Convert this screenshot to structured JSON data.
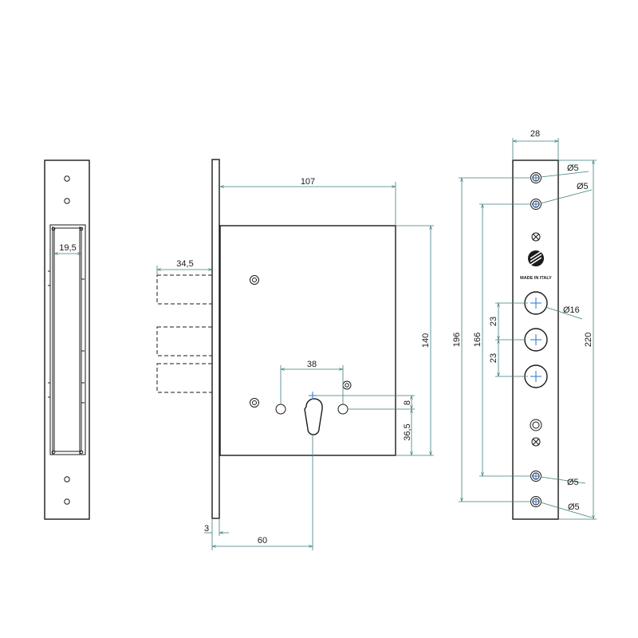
{
  "dimensions": {
    "strike_width": "19,5",
    "backset_top": "107",
    "bolt_throw": "34,5",
    "cylinder_holes": "38",
    "keyhole_offset": "8",
    "keyhole_to_bottom": "36,5",
    "case_height": "140",
    "faceplate_thickness": "3",
    "backset": "60",
    "faceplate_width": "28",
    "screw_hole_top_1": "Ø5",
    "screw_hole_top_2": "Ø5",
    "bolt_diameter": "Ø16",
    "bolt_pitch_upper": "23",
    "bolt_pitch_lower": "23",
    "outer_holes_spacing": "196",
    "inner_holes_spacing": "166",
    "faceplate_length": "220",
    "screw_hole_bottom_1": "Ø5",
    "screw_hole_bottom_2": "Ø5"
  },
  "faceplate": {
    "brand_text": "MADE IN ITALY"
  },
  "colors": {
    "outline": "#1a1a1a",
    "dimension_line": "#3e7d7d",
    "center_mark": "#3b7fd6"
  }
}
